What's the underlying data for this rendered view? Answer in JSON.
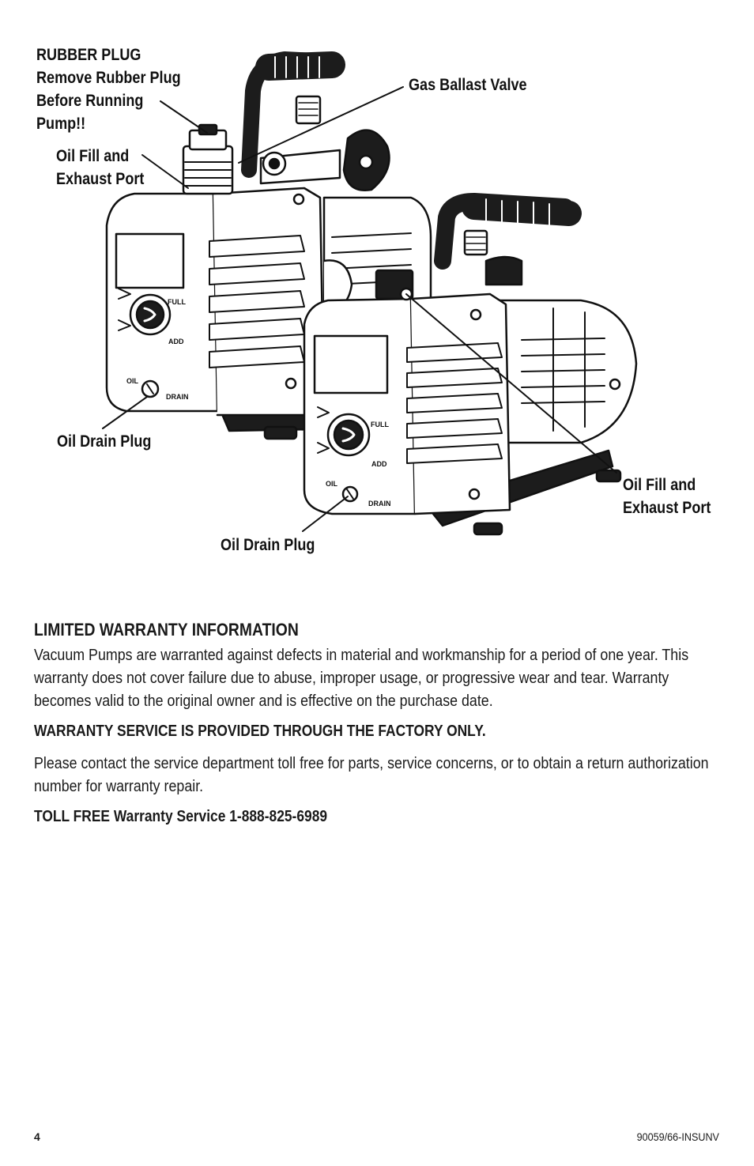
{
  "figure": {
    "callouts": {
      "rubber_plug": [
        "RUBBER PLUG",
        "Remove Rubber Plug",
        "Before Running",
        "Pump!!"
      ],
      "oil_fill_top": [
        "Oil Fill and",
        "Exhaust Port"
      ],
      "gas_ballast": "Gas Ballast Valve",
      "oil_drain_left": "Oil Drain Plug",
      "oil_drain_bottom": "Oil Drain Plug",
      "oil_fill_right": [
        "Oil Fill and",
        "Exhaust Port"
      ]
    },
    "pump_labels": {
      "full": "FULL",
      "add": "ADD",
      "oil": "OIL",
      "drain": "DRAIN"
    }
  },
  "warranty": {
    "heading": "LIMITED WARRANTY INFORMATION",
    "paragraph1": "Vacuum Pumps are warranted against defects in material and workmanship for a period of one year. This warranty does not cover failure due to abuse, improper usage, or progressive wear and tear. Warranty becomes valid to the original owner and is effective on the purchase date.",
    "service_note": "WARRANTY SERVICE IS PROVIDED THROUGH THE FACTORY ONLY.",
    "paragraph2": "Please contact the service department toll free for parts, service concerns, or to obtain a return authorization number for warranty repair.",
    "toll_free": "TOLL FREE Warranty Service 1-888-825-6989"
  },
  "footer": {
    "page_number": "4",
    "doc_code": "90059/66-INSUNV"
  }
}
